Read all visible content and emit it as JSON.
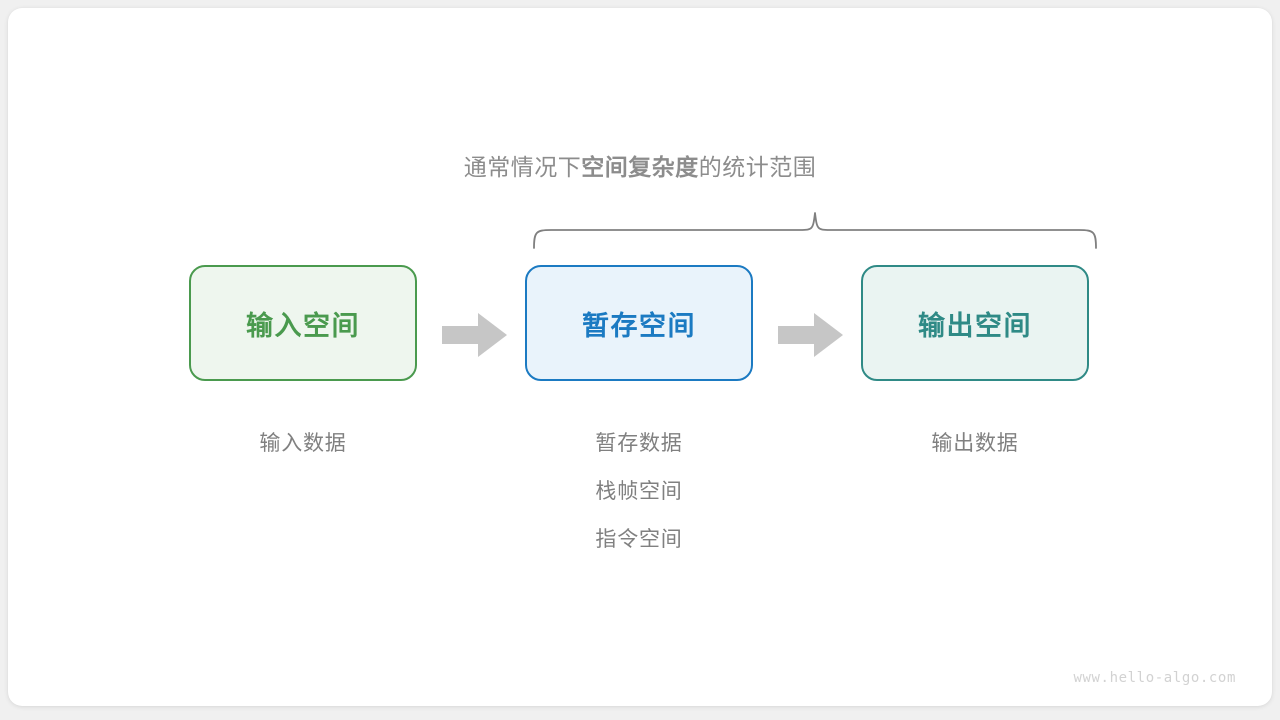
{
  "diagram": {
    "caption": {
      "prefix": "通常情况下",
      "emphasis": "空间复杂度",
      "suffix": "的统计范围"
    },
    "brace": {
      "icon": "curly-brace-icon",
      "color": "#808080",
      "span_from_node": 1,
      "span_to_node": 2
    },
    "nodes": [
      {
        "label": "输入空间",
        "text_color": "#4a9a4e",
        "border_color": "#4a9a4e",
        "fill_color": "#eef6ee",
        "sublabels": [
          "输入数据"
        ]
      },
      {
        "label": "暂存空间",
        "text_color": "#1b7ac2",
        "border_color": "#1b7ac2",
        "fill_color": "#e9f3fb",
        "sublabels": [
          "暂存数据",
          "栈帧空间",
          "指令空间"
        ]
      },
      {
        "label": "输出空间",
        "text_color": "#2f8a86",
        "border_color": "#2f8a86",
        "fill_color": "#eaf4f2",
        "sublabels": [
          "输出数据"
        ]
      }
    ],
    "arrows": [
      {
        "icon": "right-block-arrow-icon",
        "color": "#c6c6c6"
      },
      {
        "icon": "right-block-arrow-icon",
        "color": "#c6c6c6"
      }
    ],
    "sublabel_color": "#808080",
    "watermark": "www.hello-algo.com"
  }
}
